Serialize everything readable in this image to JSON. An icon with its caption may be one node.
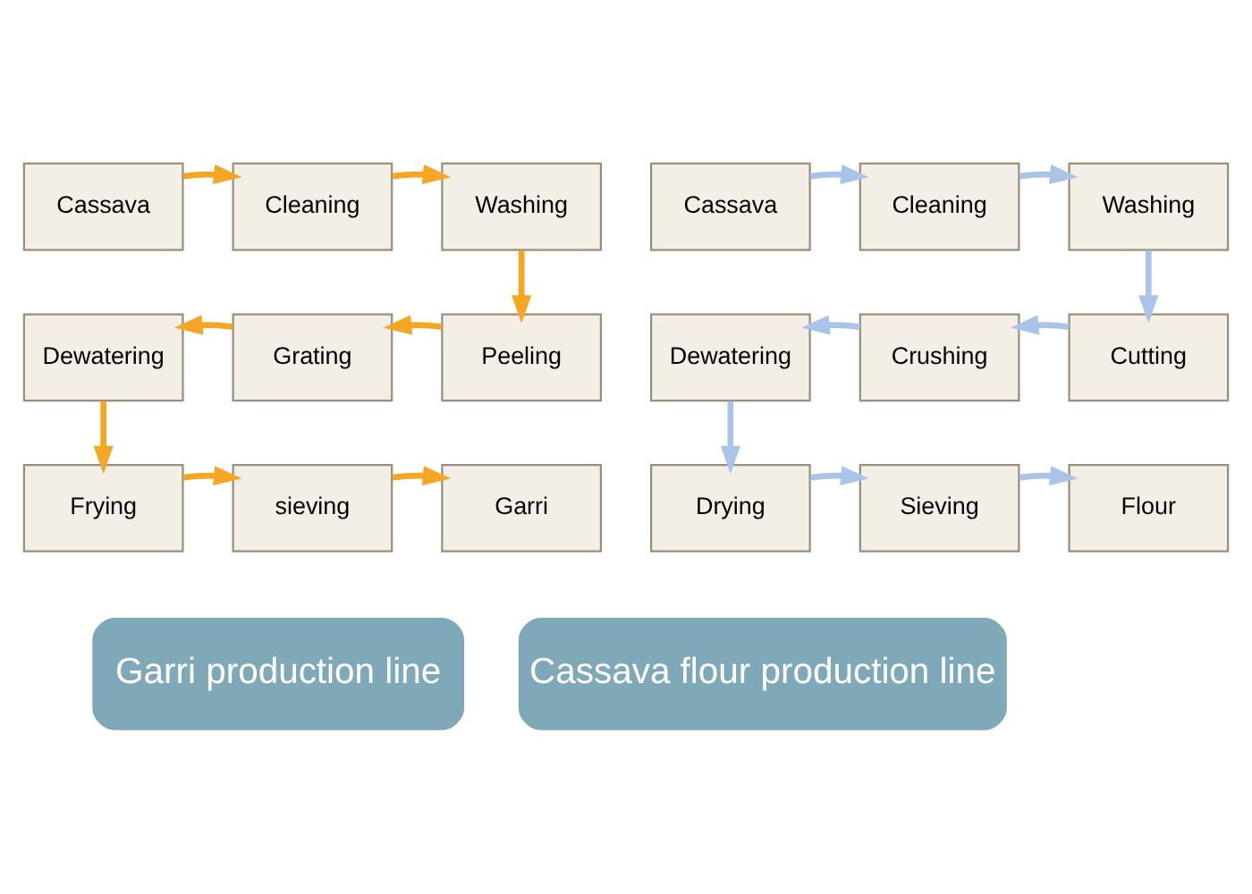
{
  "diagram": {
    "nodes": [
      {
        "text": [
          "Garri production line"
        ]
      },
      {
        "text": [
          "Cassava"
        ]
      },
      {
        "text": [
          "Cleaning"
        ]
      },
      {
        "text": [
          "Washing"
        ]
      },
      {
        "text": [
          "Peeling"
        ]
      },
      {
        "text": [
          "Grating"
        ]
      },
      {
        "text": [
          "Dewatering"
        ]
      },
      {
        "text": [
          "Frying"
        ]
      },
      {
        "text": [
          "sieving"
        ]
      },
      {
        "text": [
          "Garri"
        ]
      },
      {
        "text": [
          "Cassava flour production line"
        ]
      },
      {
        "text": [
          "Cassava"
        ]
      },
      {
        "text": [
          "Cleaning"
        ]
      },
      {
        "text": [
          "Washing"
        ]
      },
      {
        "text": [
          "Cutting"
        ]
      },
      {
        "text": [
          "Crushing"
        ]
      },
      {
        "text": [
          "Dewatering"
        ]
      },
      {
        "text": [
          "Drying"
        ]
      },
      {
        "text": [
          "Sieving"
        ]
      },
      {
        "text": [
          "Flour"
        ]
      }
    ],
    "edges": [
      {
        "from": 1,
        "to": 2,
        "arrow": "to",
        "color": "#f5a623"
      },
      {
        "from": 2,
        "to": 3,
        "arrow": "to",
        "color": "#f5a623"
      },
      {
        "from": 3,
        "to": 4,
        "arrow": "to",
        "color": "#f5a623"
      },
      {
        "from": 4,
        "to": 5,
        "arrow": "to",
        "color": "#f5a623"
      },
      {
        "from": 5,
        "to": 6,
        "arrow": "to",
        "color": "#f5a623"
      },
      {
        "from": 6,
        "to": 7,
        "arrow": "to",
        "color": "#f5a623"
      },
      {
        "from": 7,
        "to": 8,
        "arrow": "to",
        "color": "#f5a623"
      },
      {
        "from": 8,
        "to": 9,
        "arrow": "to",
        "color": "#f5a623"
      },
      {
        "from": 11,
        "to": 12,
        "arrow": "to",
        "color": "#a9c4e8"
      },
      {
        "from": 12,
        "to": 13,
        "arrow": "to",
        "color": "#a9c4e8"
      },
      {
        "from": 13,
        "to": 14,
        "arrow": "to",
        "color": "#a9c4e8"
      },
      {
        "from": 14,
        "to": 15,
        "arrow": "to",
        "color": "#a9c4e8"
      },
      {
        "from": 15,
        "to": 16,
        "arrow": "to",
        "color": "#a9c4e8"
      },
      {
        "from": 16,
        "to": 17,
        "arrow": "to",
        "color": "#a9c4e8"
      },
      {
        "from": 17,
        "to": 18,
        "arrow": "to",
        "color": "#a9c4e8"
      },
      {
        "from": 18,
        "to": 19,
        "arrow": "to",
        "color": "#a9c4e8"
      }
    ]
  }
}
